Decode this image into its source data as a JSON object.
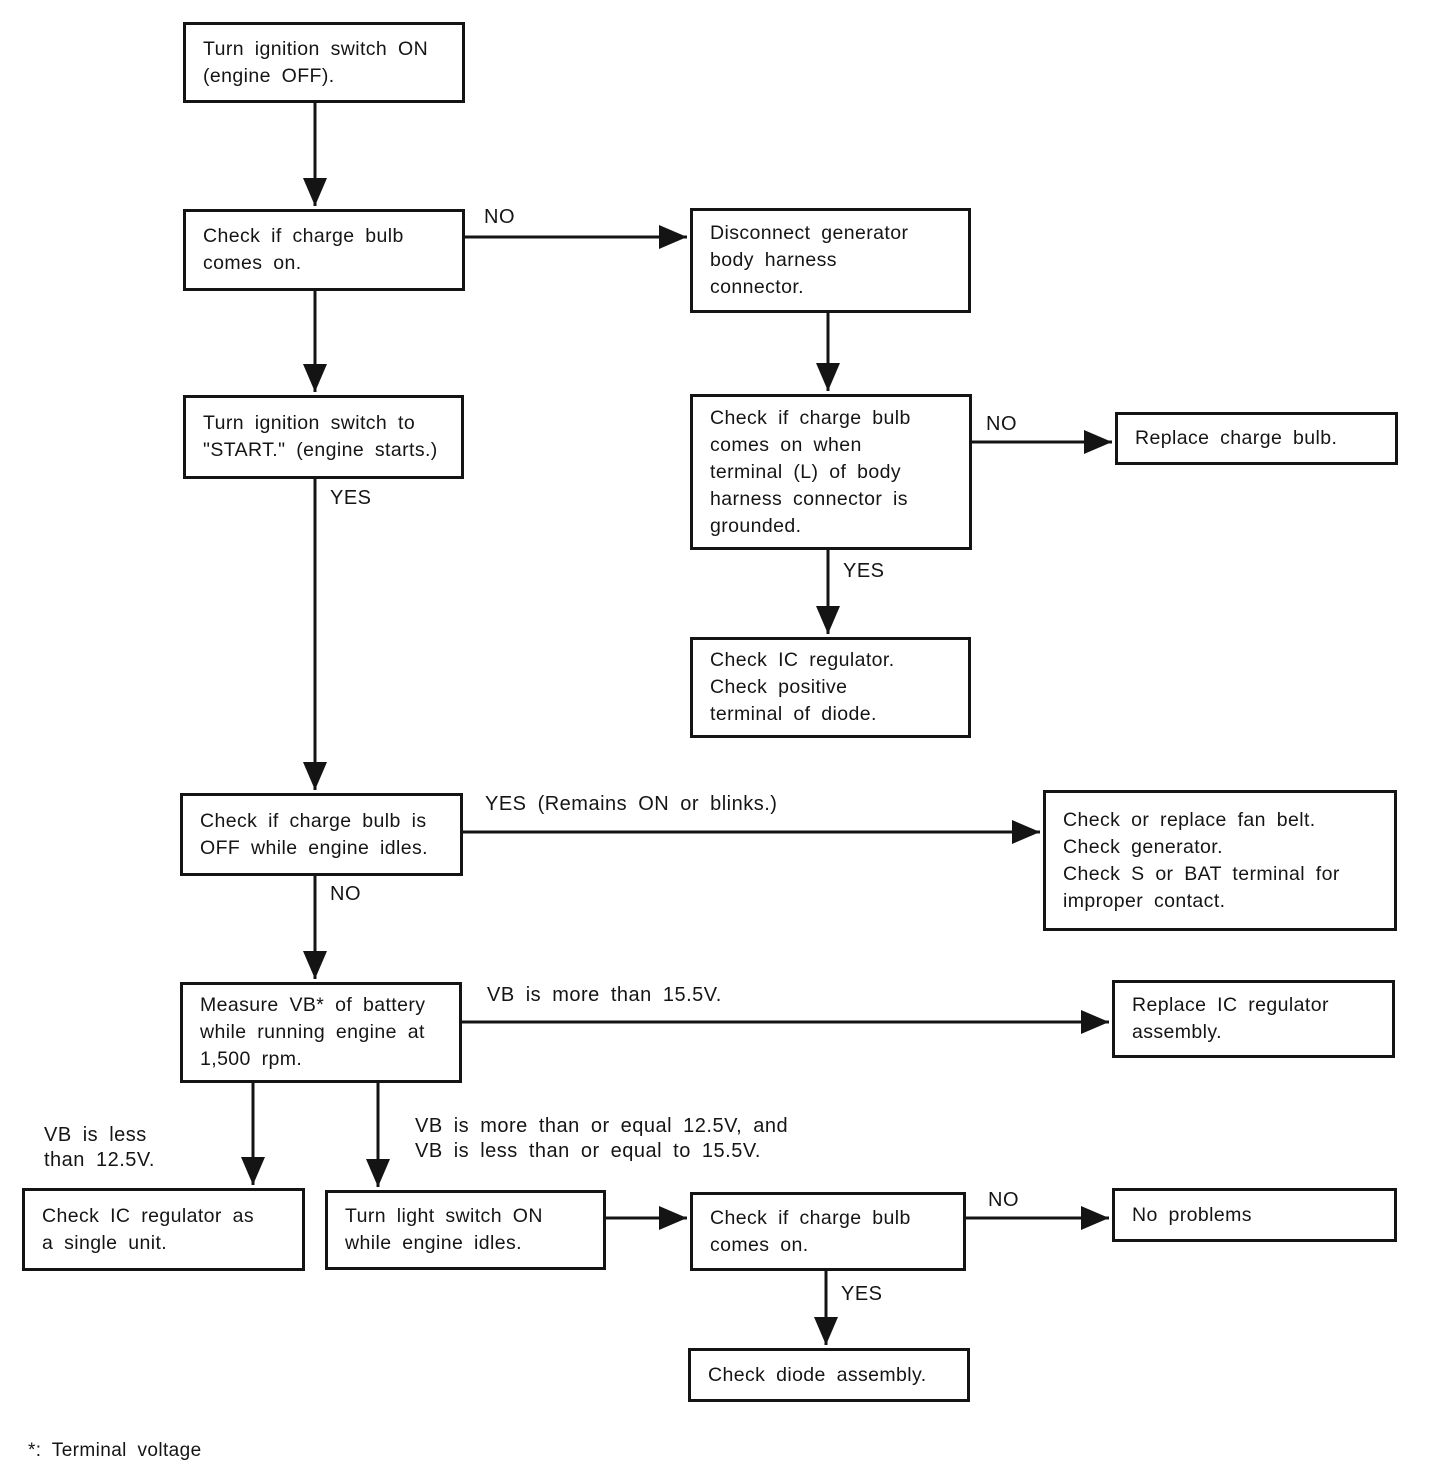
{
  "colors": {
    "ink": "#141414",
    "background": "#ffffff"
  },
  "nodes": {
    "ignition_on": {
      "text": "Turn ignition switch ON\n(engine OFF)."
    },
    "check_bulb_on": {
      "text": "Check if charge bulb\ncomes on."
    },
    "disconnect_connector": {
      "text": "Disconnect generator\nbody harness\nconnector."
    },
    "check_bulb_grounded": {
      "text": "Check if charge bulb\ncomes on when\nterminal (L) of body\nharness connector is\ngrounded."
    },
    "replace_charge_bulb": {
      "text": "Replace charge bulb."
    },
    "check_ic_regulator_diode": {
      "text": "Check IC regulator.\nCheck positive\nterminal of diode."
    },
    "ignition_start": {
      "text": "Turn ignition switch to\n\"START.\" (engine starts.)"
    },
    "check_bulb_off_idle": {
      "text": "Check if charge bulb is\nOFF while engine idles."
    },
    "check_fan_belt": {
      "text": "Check or replace fan belt.\nCheck generator.\nCheck S or BAT terminal for\nimproper contact."
    },
    "measure_vb": {
      "text": "Measure VB* of battery\nwhile running engine at\n1,500 rpm."
    },
    "replace_ic_regulator": {
      "text": "Replace IC regulator\nassembly."
    },
    "check_ic_single_unit": {
      "text": "Check IC regulator as\na single unit."
    },
    "light_switch_on": {
      "text": "Turn light switch ON\nwhile engine idles."
    },
    "check_bulb_light": {
      "text": "Check if charge bulb\ncomes on."
    },
    "no_problems": {
      "text": "No problems"
    },
    "check_diode_assembly": {
      "text": "Check diode assembly."
    }
  },
  "labels": {
    "no_bulb": "NO",
    "no_grounded": "NO",
    "yes_start": "YES",
    "yes_grounded": "YES",
    "yes_remains": "YES (Remains ON or blinks.)",
    "no_idle": "NO",
    "vb_high": "VB is more than 15.5V.",
    "vb_low": "VB is less\nthan 12.5V.",
    "vb_mid": "VB is more than or equal 12.5V, and\nVB is less than or equal to 15.5V.",
    "no_light": "NO",
    "yes_light": "YES"
  },
  "footnote": "*: Terminal voltage"
}
